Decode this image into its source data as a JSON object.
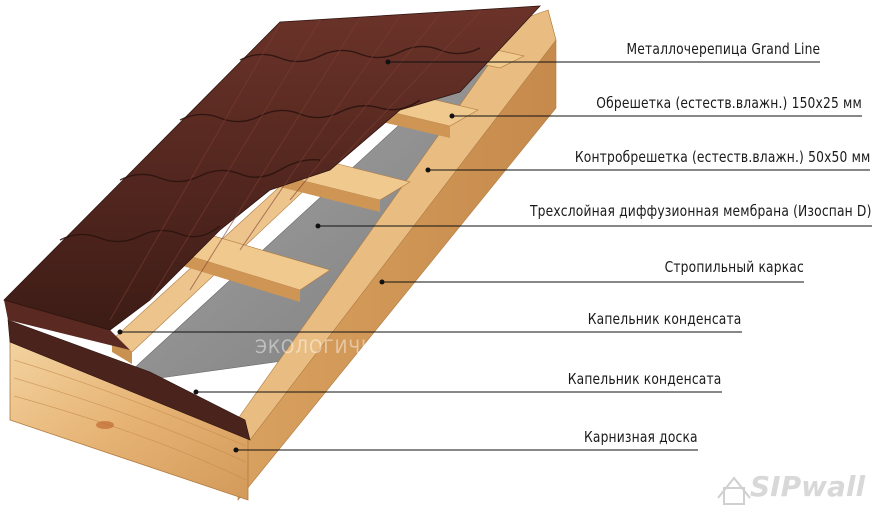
{
  "labels": [
    {
      "id": "metal-tile",
      "text": "Металлочерепица Grand Line"
    },
    {
      "id": "battens",
      "text": "Обрешетка (естеств.влажн.) 150х25 мм"
    },
    {
      "id": "counter-battens",
      "text": "Контробрешетка (естеств.влажн.) 50х50 мм"
    },
    {
      "id": "membrane",
      "text": "Трехслойная диффузионная мембрана (Изоспан D)"
    },
    {
      "id": "rafters",
      "text": "Стропильный каркас"
    },
    {
      "id": "drip-edge-1",
      "text": "Капельник конденсата"
    },
    {
      "id": "drip-edge-2",
      "text": "Капельник конденсата"
    },
    {
      "id": "eaves-board",
      "text": "Карнизная доска"
    }
  ],
  "watermark": "ЭКОЛОГИЧНОЕ МАЛОЭТАЖНОЕ СТРОИТЕЛЬСТВО",
  "logo": "SIPwall",
  "colors": {
    "tile": "#5a2a22",
    "tile_dark": "#3a1a15",
    "tile_light": "#7a3e33",
    "wood": "#e8b97a",
    "wood_dark": "#c98f50",
    "wood_light": "#f3d3a0",
    "membrane": "#8f8f8f",
    "leader": "#111111"
  }
}
